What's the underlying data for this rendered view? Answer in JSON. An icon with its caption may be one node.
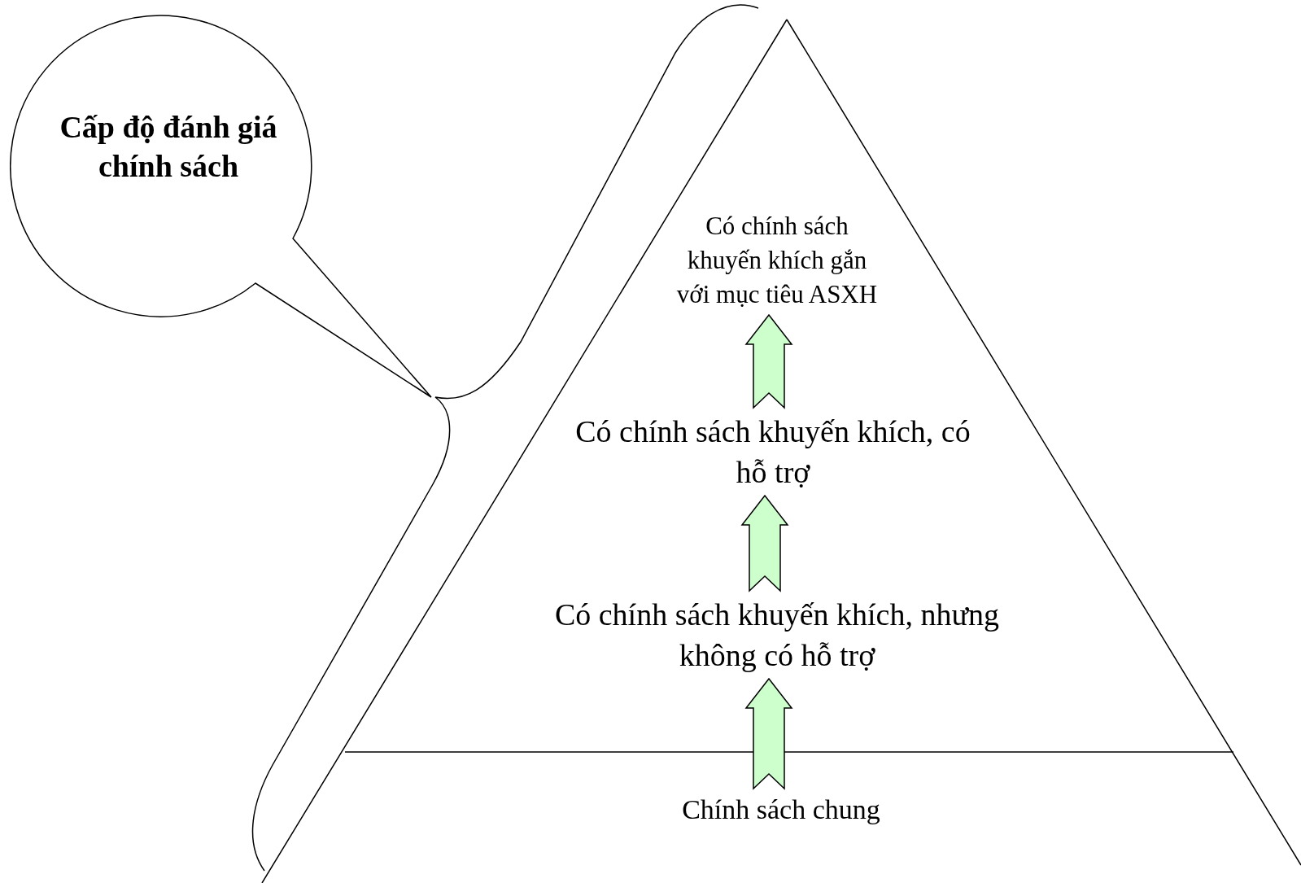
{
  "diagram": {
    "nodes": [
      {
        "text": [
          "Cấp độ đánh giá chính sách"
        ]
      },
      {
        "text": [
          "Có chính sách khuyến khích gắn với mục tiêu ASXH"
        ]
      },
      {
        "text": [
          "Có chính sách khuyến khích, có hỗ trợ"
        ]
      },
      {
        "text": [
          "Có chính sách khuyến khích, nhưng không có hỗ trợ"
        ]
      },
      {
        "text": [
          "Chính sách chung"
        ]
      }
    ],
    "edges": [
      {
        "from": 4,
        "to": 3,
        "arrow": "to"
      },
      {
        "from": 3,
        "to": 2,
        "arrow": "to"
      },
      {
        "from": 2,
        "to": 1,
        "arrow": "to"
      }
    ]
  }
}
